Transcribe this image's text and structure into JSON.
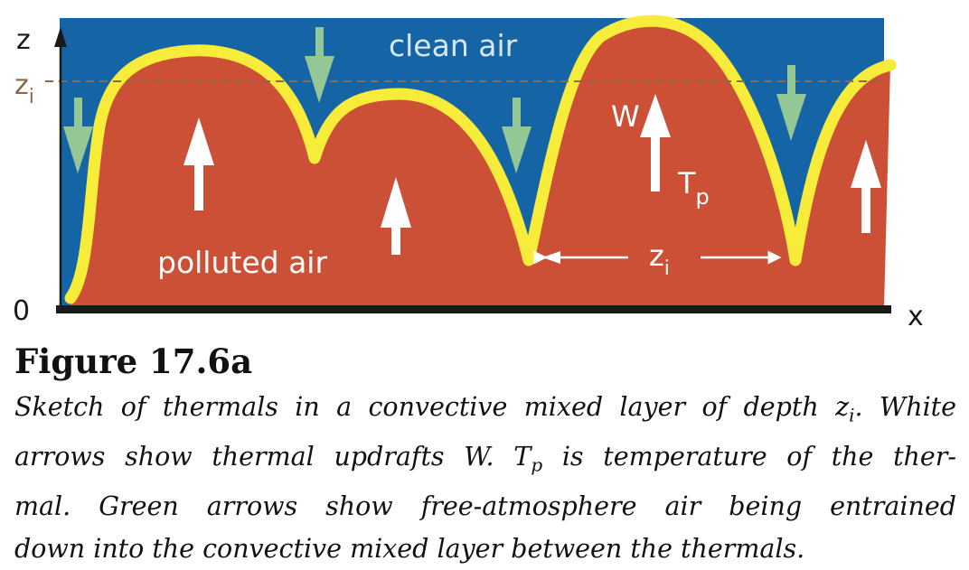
{
  "labels": {
    "z_axis": "z",
    "x_axis": "x",
    "origin": "0",
    "zi_base": "z",
    "zi_sub": "i",
    "clean_air": "clean air",
    "polluted_air": "polluted air",
    "w_label": "W",
    "tp_base": "T",
    "tp_sub": "p",
    "spacing_base": "z",
    "spacing_sub": "i"
  },
  "colors": {
    "clean_air": "#1565a6",
    "polluted_air": "#cc5036",
    "boundary": "#f7ec3a",
    "entrainment_arrow": "#93c896",
    "updraft_arrow": "#ffffff",
    "zi_line": "#8b6a4a"
  },
  "caption": {
    "title": "Figure 17.6a",
    "line1_a": "Sketch of thermals in a convective mixed layer of depth z",
    "line1_sub": "i",
    "line1_b": ". White",
    "line2_a": "arrows show thermal updrafts W.  T",
    "line2_sub": "p",
    "line2_b": " is temperature of the ther-",
    "line3": "mal. Green arrows show free-atmosphere air being entrained",
    "line4": "down into the convective mixed layer between the thermals."
  }
}
